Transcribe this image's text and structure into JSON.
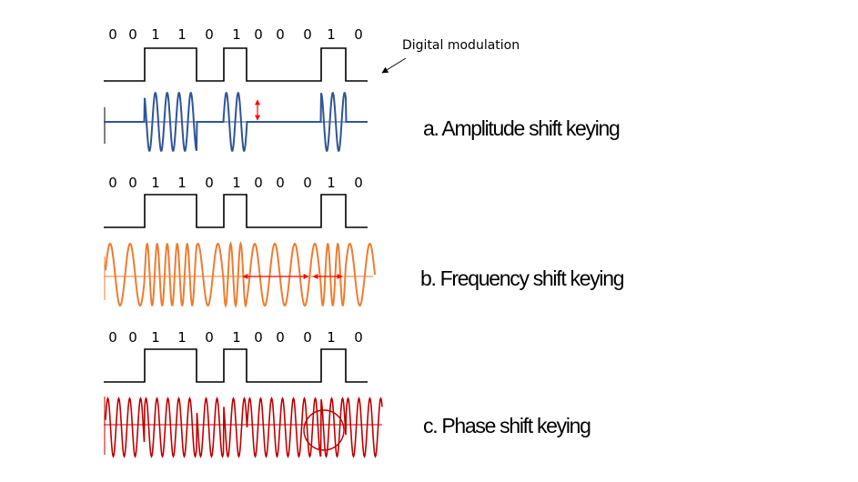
{
  "annotation": {
    "text": "Digital modulation"
  },
  "colors": {
    "ask": "#2f5597",
    "fsk": "#ed7d31",
    "psk": "#c00000",
    "marker": "#ff0000",
    "line": "#000000"
  },
  "panels": [
    {
      "id": "ask",
      "bits": [
        "0",
        "0",
        "1",
        "1",
        "0",
        "1",
        "0",
        "0",
        "0",
        "1",
        "0"
      ],
      "label": "a. Amplitude shift keying"
    },
    {
      "id": "fsk",
      "bits": [
        "0",
        "0",
        "1",
        "1",
        "0",
        "1",
        "0",
        "0",
        "0",
        "1",
        "0"
      ],
      "label": "b. Frequency shift keying"
    },
    {
      "id": "psk",
      "bits": [
        "0",
        "0",
        "1",
        "1",
        "0",
        "1",
        "0",
        "0",
        "0",
        "1",
        "0"
      ],
      "label": "c. Phase shift keying"
    }
  ]
}
